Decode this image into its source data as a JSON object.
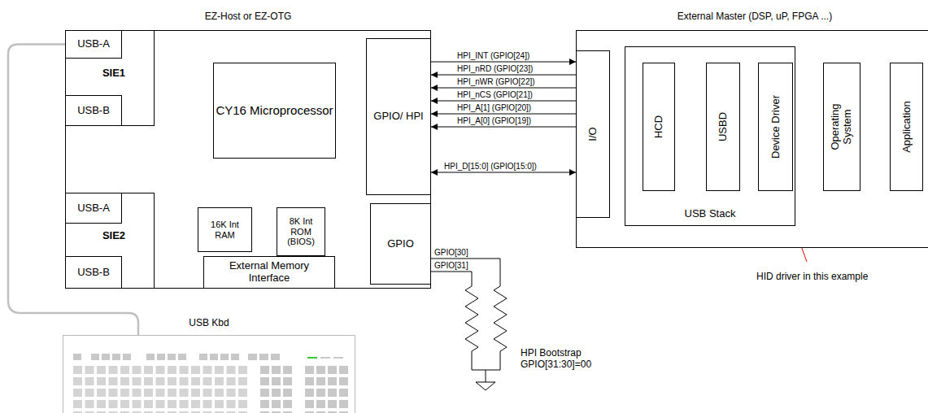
{
  "diagram": {
    "nodes": [
      {
        "text": [
          "EZ-Host or EZ-OTG"
        ]
      },
      {
        "text": [
          "SIE1"
        ],
        "in": 0
      },
      {
        "text": [
          "USB-A"
        ],
        "in": 1
      },
      {
        "text": [
          "USB-B"
        ],
        "in": 1
      },
      {
        "text": [
          "CY16 Microprocessor"
        ],
        "in": 0
      },
      {
        "text": [
          "GPIO/ HPI"
        ],
        "in": 0
      },
      {
        "text": [
          "SIE2"
        ],
        "in": 0
      },
      {
        "text": [
          "USB-A"
        ],
        "in": 6
      },
      {
        "text": [
          "USB-B"
        ],
        "in": 6
      },
      {
        "text": [
          "16K Int RAM"
        ],
        "in": 0
      },
      {
        "text": [
          "8K Int ROM (BIOS)"
        ],
        "in": 0
      },
      {
        "text": [
          "External Memory Interface"
        ],
        "in": 0
      },
      {
        "text": [
          "GPIO"
        ],
        "in": 0
      },
      {
        "text": [
          "External Master (DSP, uP, FPGA ...)"
        ]
      },
      {
        "text": [
          "I/O"
        ],
        "in": 13
      },
      {
        "text": [
          "USB Stack"
        ],
        "in": 13
      },
      {
        "text": [
          "HCD"
        ],
        "in": 15
      },
      {
        "text": [
          "USBD"
        ],
        "in": 15
      },
      {
        "text": [
          "Device Driver"
        ],
        "in": 15
      },
      {
        "text": [
          "Operating System"
        ],
        "in": 13
      },
      {
        "text": [
          "Application"
        ],
        "in": 13
      },
      {
        "text": [
          "USB Kbd"
        ]
      }
    ],
    "edges": [
      {
        "from": 5,
        "to": 14,
        "label": "HPI_INT (GPIO[24])",
        "arrow": "to"
      },
      {
        "from": 14,
        "to": 5,
        "label": "HPI_nRD (GPIO[23])",
        "arrow": "to"
      },
      {
        "from": 14,
        "to": 5,
        "label": "HPI_nWR (GPIO[22])",
        "arrow": "to"
      },
      {
        "from": 14,
        "to": 5,
        "label": "HPI_nCS (GPIO[21])",
        "arrow": "to"
      },
      {
        "from": 14,
        "to": 5,
        "label": "HPI_A[1] (GPIO[20])",
        "arrow": "to"
      },
      {
        "from": 14,
        "to": 5,
        "label": "HPI_A[0] (GPIO[19])",
        "arrow": "to"
      },
      {
        "from": 5,
        "to": 14,
        "label": "HPI_D[15:0] (GPIO[15:0])",
        "arrow": "both"
      },
      {
        "from": 14,
        "to": 16,
        "arrow": "both"
      },
      {
        "from": 16,
        "to": 17,
        "arrow": "both"
      },
      {
        "from": 17,
        "to": 18,
        "arrow": "both"
      },
      {
        "from": 18,
        "to": 19,
        "arrow": "both"
      },
      {
        "from": 19,
        "to": 20,
        "arrow": "both"
      },
      {
        "from": 2,
        "to": 21,
        "arrow": "none"
      }
    ],
    "labels": [
      "GPIO[30]",
      "GPIO[31]",
      "HPI Bootstrap",
      "GPIO[31:30]=00",
      "HID driver in this example"
    ]
  }
}
